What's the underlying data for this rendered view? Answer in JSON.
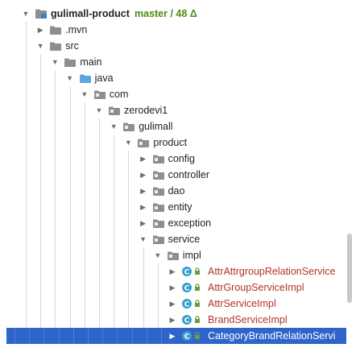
{
  "project": {
    "name": "gulimall-product",
    "vcs_status": "master / 48 Δ"
  },
  "tree": [
    {
      "label": "gulimall-product",
      "level": 0,
      "expanded": true,
      "icon": "module-folder-icon"
    },
    {
      "label": ".mvn",
      "level": 1,
      "expanded": false,
      "icon": "folder-icon"
    },
    {
      "label": "src",
      "level": 1,
      "expanded": true,
      "icon": "folder-icon"
    },
    {
      "label": "main",
      "level": 2,
      "expanded": true,
      "icon": "folder-icon"
    },
    {
      "label": "java",
      "level": 3,
      "expanded": true,
      "icon": "source-folder-icon"
    },
    {
      "label": "com",
      "level": 4,
      "expanded": true,
      "icon": "package-folder-icon"
    },
    {
      "label": "zerodevi1",
      "level": 5,
      "expanded": true,
      "icon": "package-folder-icon"
    },
    {
      "label": "gulimall",
      "level": 6,
      "expanded": true,
      "icon": "package-folder-icon"
    },
    {
      "label": "product",
      "level": 7,
      "expanded": true,
      "icon": "package-folder-icon"
    },
    {
      "label": "config",
      "level": 8,
      "expanded": false,
      "icon": "package-folder-icon"
    },
    {
      "label": "controller",
      "level": 8,
      "expanded": false,
      "icon": "package-folder-icon"
    },
    {
      "label": "dao",
      "level": 8,
      "expanded": false,
      "icon": "package-folder-icon"
    },
    {
      "label": "entity",
      "level": 8,
      "expanded": false,
      "icon": "package-folder-icon"
    },
    {
      "label": "exception",
      "level": 8,
      "expanded": false,
      "icon": "package-folder-icon"
    },
    {
      "label": "service",
      "level": 8,
      "expanded": true,
      "icon": "package-folder-icon"
    },
    {
      "label": "impl",
      "level": 9,
      "expanded": true,
      "icon": "package-folder-icon"
    },
    {
      "label": "AttrAttrgroupRelationService",
      "level": 10,
      "expanded": false,
      "icon": "java-class-icon"
    },
    {
      "label": "AttrGroupServiceImpl",
      "level": 10,
      "expanded": false,
      "icon": "java-class-icon"
    },
    {
      "label": "AttrServiceImpl",
      "level": 10,
      "expanded": false,
      "icon": "java-class-icon"
    },
    {
      "label": "BrandServiceImpl",
      "level": 10,
      "expanded": false,
      "icon": "java-class-icon"
    },
    {
      "label": "CategoryBrandRelationServi",
      "level": 10,
      "expanded": false,
      "icon": "java-class-icon",
      "selected": true
    }
  ],
  "colors": {
    "selection": "#2f65ca",
    "vcs": "#4f8a10",
    "class_name": "#b2332a",
    "class_icon": "#3b9ccf",
    "folder": "#8e8e8e",
    "source_folder": "#5aa7dd"
  }
}
